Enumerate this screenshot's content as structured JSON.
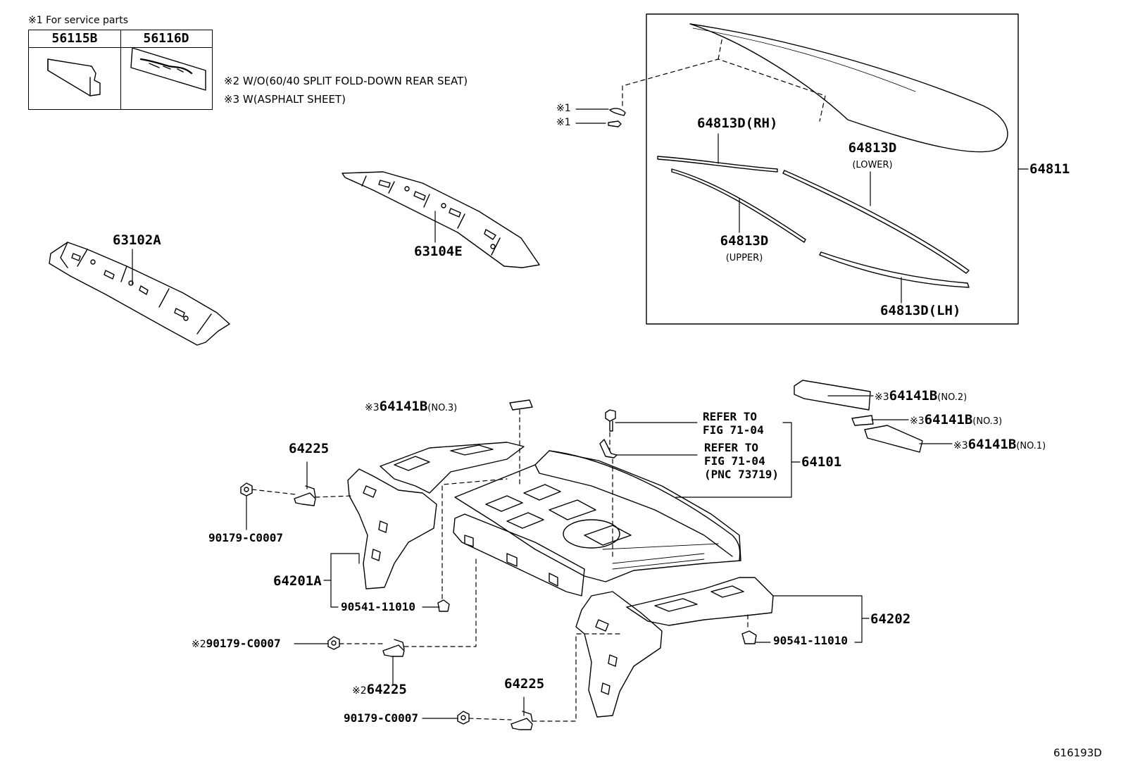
{
  "service_note": {
    "mark": "※1",
    "text": "For service parts"
  },
  "service_parts": [
    {
      "part": "56115B"
    },
    {
      "part": "56116D"
    }
  ],
  "notes": [
    {
      "mark": "※2",
      "text": "W/O(60/40 SPLIT FOLD-DOWN REAR SEAT)"
    },
    {
      "mark": "※3",
      "text": "W(ASPHALT SHEET)"
    }
  ],
  "labels": {
    "p64811": "64811",
    "p64813d_rh": "64813D(RH)",
    "p64813d_lower": "64813D",
    "p64813d_lower_tag": "(LOWER)",
    "p64813d_upper": "64813D",
    "p64813d_upper_tag": "(UPPER)",
    "p64813d_lh": "64813D(LH)",
    "mark1_a": "※1",
    "mark1_b": "※1",
    "p63102a": "63102A",
    "p63104e": "63104E",
    "p64141b_no3_left": {
      "mark": "※3",
      "part": "64141B",
      "tag": "(NO.3)"
    },
    "p64141b_no2": {
      "mark": "※3",
      "part": "64141B",
      "tag": "(NO.2)"
    },
    "p64141b_no3_right": {
      "mark": "※3",
      "part": "64141B",
      "tag": "(NO.3)"
    },
    "p64141b_no1": {
      "mark": "※3",
      "part": "64141B",
      "tag": "(NO.1)"
    },
    "refer1": [
      "REFER TO",
      "FIG 71-04"
    ],
    "refer2": [
      "REFER TO",
      "FIG 71-04",
      "(PNC 73719)"
    ],
    "p64101": "64101",
    "p64225_top": "64225",
    "p90179_left": "90179-C0007",
    "p64201a": "64201A",
    "p90541_left": "90541-11010",
    "p90179_mid": {
      "mark": "※2",
      "part": "90179-C0007"
    },
    "p64225_mid": {
      "mark": "※2",
      "part": "64225"
    },
    "p64225_bottom": "64225",
    "p90179_bottom": "90179-C0007",
    "p64202": "64202",
    "p90541_right": "90541-11010",
    "figure_id": "616193D"
  }
}
